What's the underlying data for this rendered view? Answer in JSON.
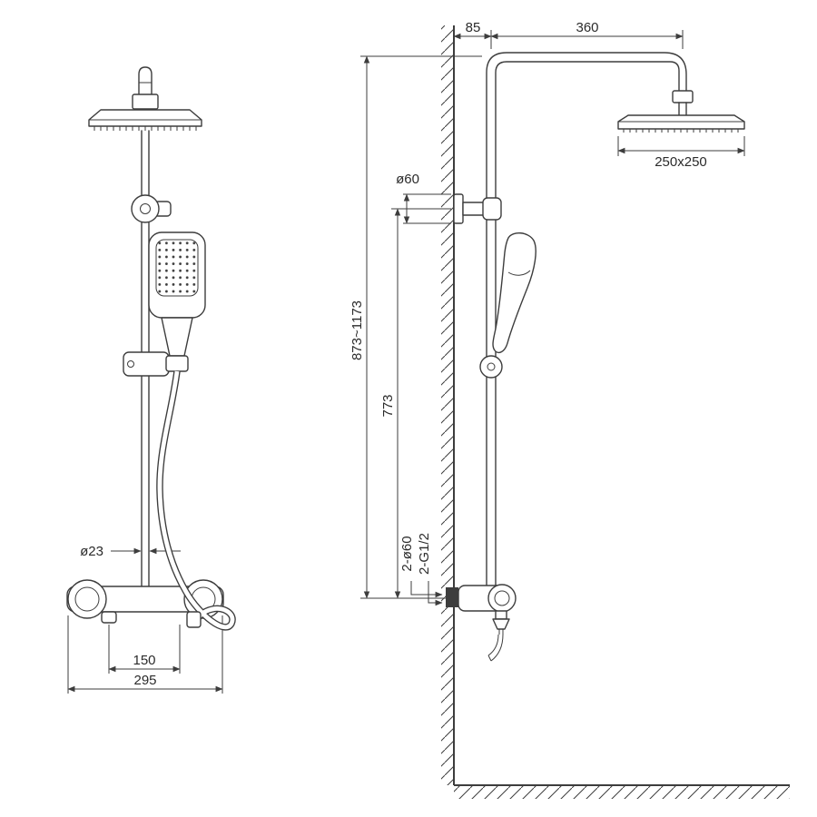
{
  "dimensions": {
    "front": {
      "rail_diameter": "ø23",
      "inlet_centers": "150",
      "mixer_width": "295"
    },
    "side": {
      "wall_offset": "85",
      "arm_reach": "360",
      "head_size": "250x250",
      "bracket_diameter": "ø60",
      "overall_height": "873~1173",
      "bracket_height": "773",
      "escutcheons": "2-ø60",
      "connections": "2-G1/2"
    }
  }
}
